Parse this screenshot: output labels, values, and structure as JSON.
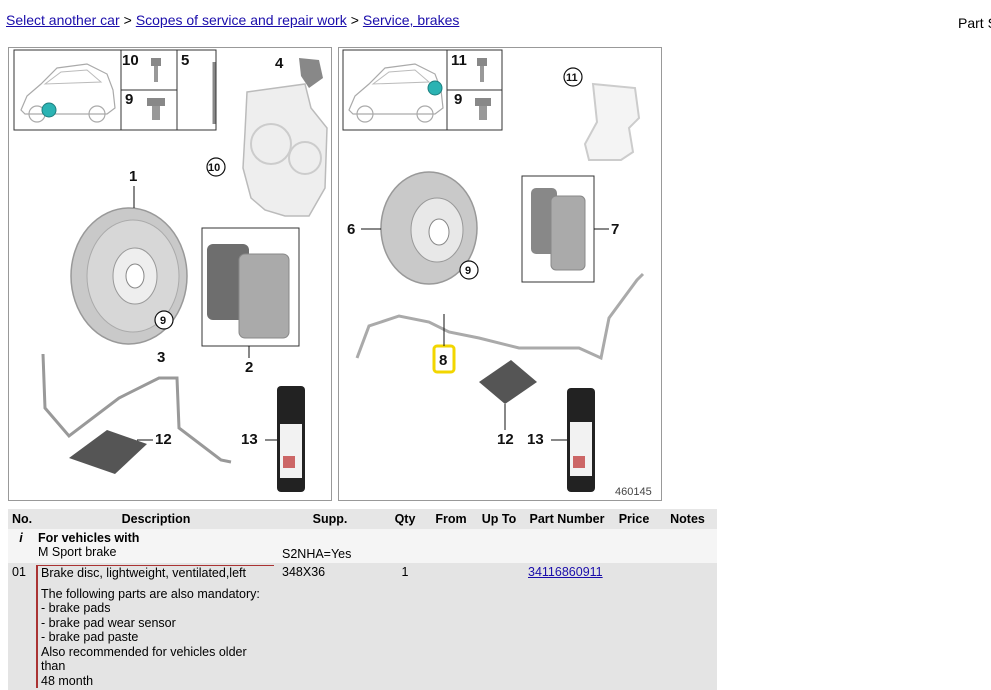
{
  "breadcrumb": {
    "items": [
      "Select another car",
      "Scopes of service and repair work",
      "Service, brakes"
    ],
    "separator": ">"
  },
  "header": {
    "part_label": "Part S"
  },
  "diagram_left": {
    "callouts": [
      "10",
      "5",
      "9",
      "4",
      "10",
      "1",
      "9",
      "2",
      "3",
      "12",
      "13"
    ]
  },
  "diagram_right": {
    "callouts": [
      "11",
      "9",
      "11",
      "6",
      "9",
      "7",
      "8",
      "12",
      "13"
    ],
    "figure_number": "460145"
  },
  "table": {
    "headers": [
      "No.",
      "Description",
      "Supp.",
      "Qty",
      "From",
      "Up To",
      "Part Number",
      "Price",
      "Notes"
    ],
    "vehicle_row": {
      "icon": "i",
      "title": "For vehicles with",
      "subtitle": "M Sport brake",
      "supp": "S2NHA=Yes"
    },
    "part_row": {
      "no": "01",
      "description": "Brake disc, lightweight, ventilated,left",
      "notes": [
        "The following parts are also mandatory:",
        "- brake pads",
        "- brake pad wear sensor",
        "- brake pad paste",
        "Also recommended for vehicles older than",
        "48 month"
      ],
      "supp": "348X36",
      "qty": "1",
      "part_number": "34116860911"
    }
  },
  "colors": {
    "link": "#1a0dab",
    "header_bg": "#e6e6e6",
    "row_bg": "#e4e4e4",
    "highlight": "#f2d600",
    "marker": "#2bb3b3"
  }
}
